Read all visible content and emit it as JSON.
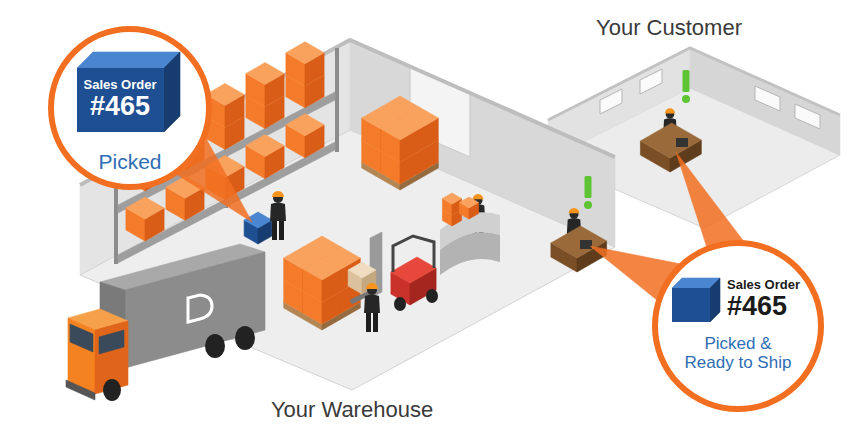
{
  "diagram": {
    "nodes": [
      {
        "text": [
          "Picked"
        ]
      },
      {
        "text": [
          "Sales Order",
          "#465"
        ],
        "in": 0
      },
      {
        "text": [
          "Picked & Ready to Ship"
        ]
      },
      {
        "text": [
          "Sales Order",
          "#465"
        ],
        "in": 2
      }
    ],
    "labels": [
      "Your Customer",
      "Your Warehouse"
    ]
  }
}
